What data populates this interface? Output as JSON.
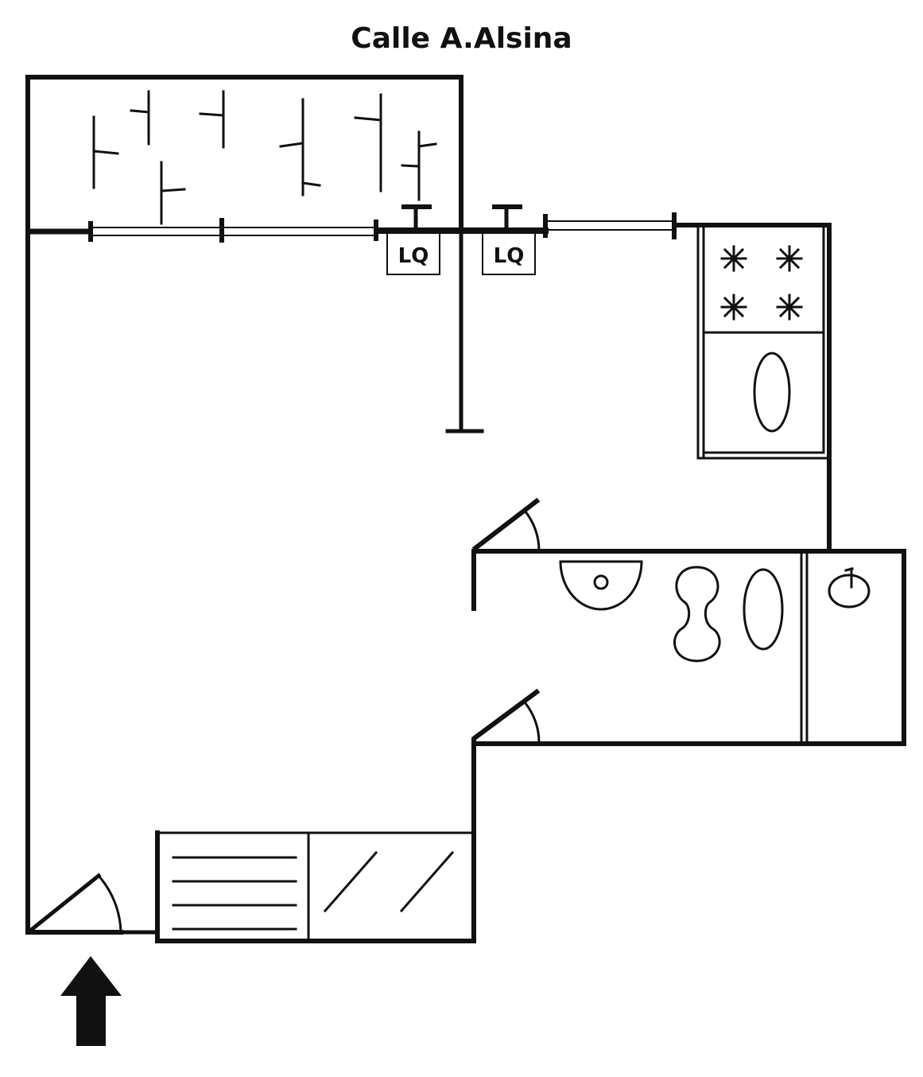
{
  "street": {
    "name": "Calle A.Alsina"
  },
  "meters": [
    {
      "label": "LQ"
    },
    {
      "label": "LQ"
    }
  ],
  "colors": {
    "stroke": "#111111",
    "background": "#ffffff"
  },
  "icons": [
    "entrance-arrow-icon",
    "stove-burner-icon",
    "sink-icon",
    "toilet-icon",
    "bidet-icon",
    "washbasin-icon",
    "plant-icon",
    "stairs-icon"
  ]
}
